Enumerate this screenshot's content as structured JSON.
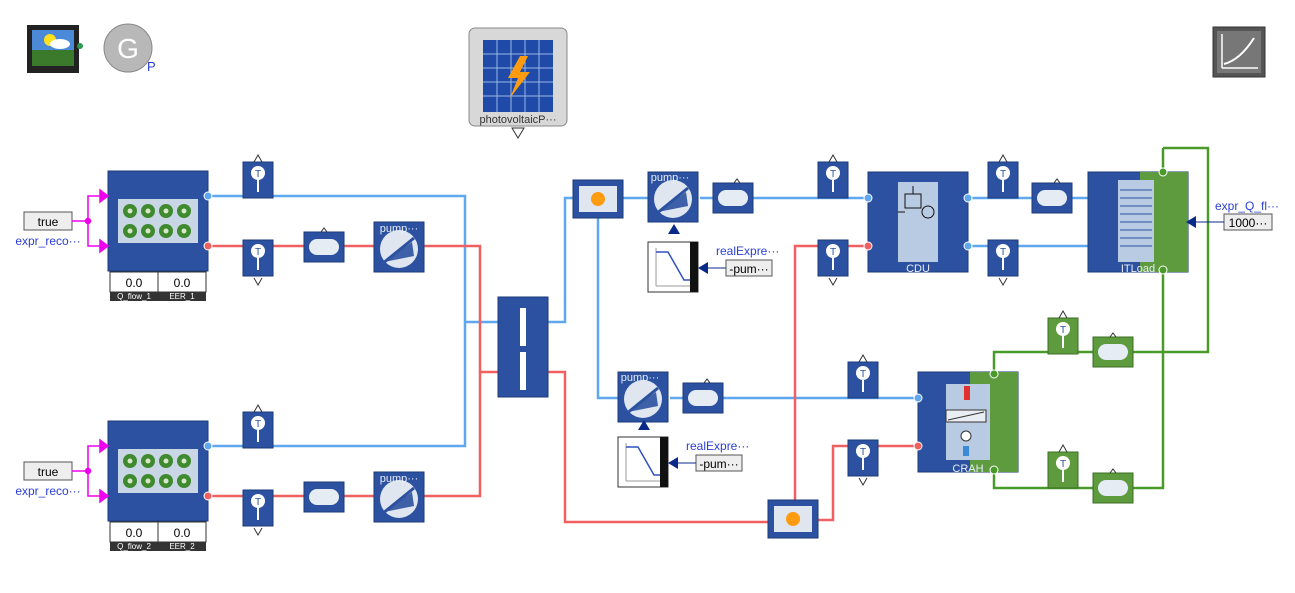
{
  "top_icons": {
    "weather_icon": "weather-icon",
    "global_params_letter": "G",
    "global_params_sub": "P",
    "pv_label": "photovoltaicP···",
    "plot_icon": "plot-icon"
  },
  "chillers": [
    {
      "bool_value": "true",
      "expr_label": "expr_reco···",
      "q_value": "0.0",
      "eer_value": "0.0",
      "q_caption": "Q_flow_1",
      "eer_caption": "EER_1",
      "pump_label": "pump···"
    },
    {
      "bool_value": "true",
      "expr_label": "expr_reco···",
      "q_value": "0.0",
      "eer_value": "0.0",
      "q_caption": "Q_flow_2",
      "eer_caption": "EER_2",
      "pump_label": "pump···"
    }
  ],
  "middle": {
    "pump_upper_label": "pump···",
    "pump_lower_label": "pump···",
    "real_expr_upper": "realExpre···",
    "real_expr_lower": "realExpre···",
    "neg_pump_upper": "-pum···",
    "neg_pump_lower": "-pum···"
  },
  "right": {
    "cdu_label": "CDU",
    "itload_label": "ITLoad",
    "crah_label": "CRAH",
    "expr_q_label": "expr_Q_fl···",
    "expr_q_value": "1000···"
  },
  "sensor_letter": "T",
  "colors": {
    "block_blue": "#2b51a0",
    "block_dark": "#1c3a7a",
    "line_blue": "#5fa8f0",
    "line_red": "#f06060",
    "line_green": "#4a9a2a",
    "green_block": "#5e9b3e",
    "magenta": "#ee00ee",
    "orange": "#ff9b0f",
    "label_blue": "#2a3fd6"
  }
}
